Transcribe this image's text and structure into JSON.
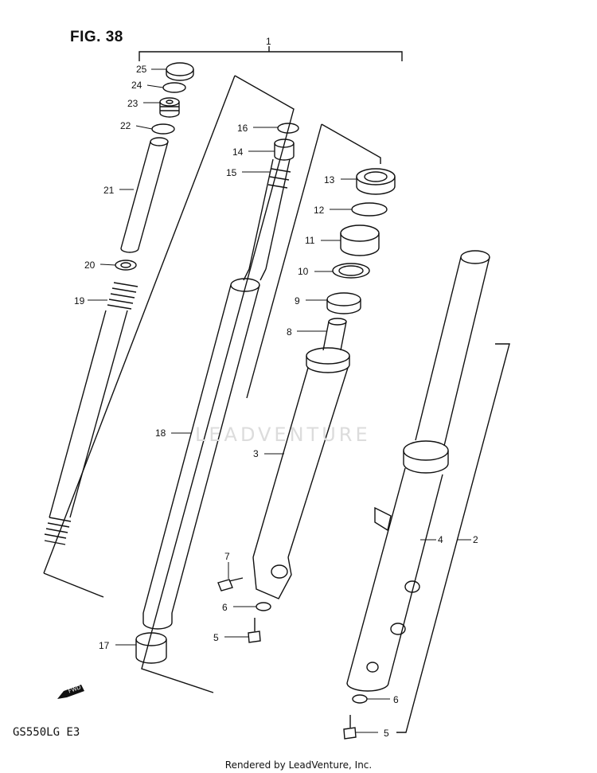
{
  "figure": {
    "title": "FIG. 38",
    "model": "GS550LG  E3",
    "credit": "Rendered by LeadVenture, Inc.",
    "watermark": "LEADVENTURE",
    "fwd_label": "FWD"
  },
  "callouts": [
    "1",
    "2",
    "3",
    "4",
    "5",
    "5",
    "6",
    "6",
    "7",
    "8",
    "9",
    "10",
    "11",
    "12",
    "13",
    "14",
    "15",
    "16",
    "17",
    "18",
    "19",
    "20",
    "21",
    "22",
    "23",
    "24",
    "25"
  ]
}
